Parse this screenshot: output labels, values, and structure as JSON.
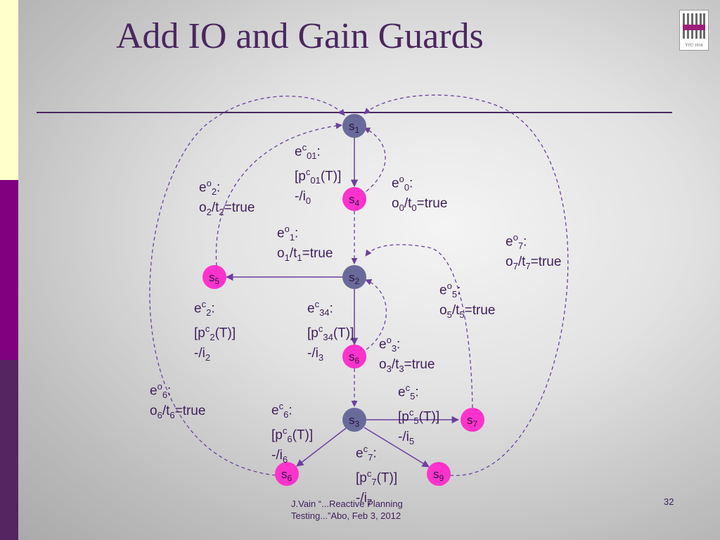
{
  "slide": {
    "title": "Add IO and Gain Guards",
    "footer_line1": "J.Vain “...Reactive Planning",
    "footer_line2": "Testing...”Abo, Feb 3, 2012",
    "page_number": "32",
    "logo_text": "TTÜ 1918"
  },
  "colors": {
    "title": "#4b2760",
    "initial_state": "#6a6a9a",
    "state": "#ff33cc",
    "edge": "#6b3fa0",
    "text": "#3e1f5c"
  },
  "nodes": [
    {
      "id": "s1",
      "base": "s",
      "sub": "1",
      "kind": "initial"
    },
    {
      "id": "s4",
      "base": "s",
      "sub": "4",
      "kind": "state"
    },
    {
      "id": "s2",
      "base": "s",
      "sub": "2",
      "kind": "initial"
    },
    {
      "id": "s5",
      "base": "s",
      "sub": "5",
      "kind": "state"
    },
    {
      "id": "s6a",
      "base": "s",
      "sub": "6",
      "kind": "state"
    },
    {
      "id": "s3",
      "base": "s",
      "sub": "3",
      "kind": "initial"
    },
    {
      "id": "s7",
      "base": "s",
      "sub": "7",
      "kind": "state"
    },
    {
      "id": "s6b",
      "base": "s",
      "sub": "6",
      "kind": "state"
    },
    {
      "id": "s9",
      "base": "s",
      "sub": "9",
      "kind": "state"
    }
  ],
  "labels": {
    "e01": {
      "line1": "e<sup>c</sup><sub>01</sub>:",
      "line2": "[p<sup>c</sup><sub>01</sub>(T)]",
      "line3": "-/i<sub>0</sub>"
    },
    "eo0": {
      "line1": "e<sup>o</sup><sub>0</sub>:",
      "line2": "o<sub>0</sub>/t<sub>0</sub>=true"
    },
    "eo2": {
      "line1": "e<sup>o</sup><sub>2</sub>:",
      "line2": "o<sub>2</sub>/t<sub>2</sub>=true"
    },
    "eo1": {
      "line1": "e<sup>o</sup><sub>1</sub>:",
      "line2": "o<sub>1</sub>/t<sub>1</sub>=true"
    },
    "eo7": {
      "line1": "e<sup>o</sup><sub>7</sub>:",
      "line2": "o<sub>7</sub>/t<sub>7</sub>=true"
    },
    "ec2": {
      "line1": "e<sup>c</sup><sub>2</sub>:",
      "line2": "[p<sup>c</sup><sub>2</sub>(T)]",
      "line3": "-/i<sub>2</sub>"
    },
    "ec34": {
      "line1": "e<sup>c</sup><sub>34</sub>:",
      "line2": "[p<sup>c</sup><sub>34</sub>(T)]",
      "line3": "-/i<sub>3</sub>"
    },
    "eo5": {
      "line1": "e<sup>o</sup><sub>5</sub>:",
      "line2": "o<sub>5</sub>/t<sub>5</sub>=true"
    },
    "eo3": {
      "line1": "e<sup>o</sup><sub>3</sub>:",
      "line2": "o<sub>3</sub>/t<sub>3</sub>=true"
    },
    "eo6": {
      "line1": "e<sup>o</sup><sub>6</sub>:",
      "line2": "o<sub>6</sub>/t<sub>6</sub>=true"
    },
    "ec6": {
      "line1": "e<sup>c</sup><sub>6</sub>:",
      "line2": "[p<sup>c</sup><sub>6</sub>(T)]",
      "line3": "-/i<sub>6</sub>"
    },
    "ec5": {
      "line1": "e<sup>c</sup><sub>5</sub>:",
      "line2": "[p<sup>c</sup><sub>5</sub>(T)]",
      "line3": "-/i<sub>5</sub>"
    },
    "ec7": {
      "line1": "e<sup>c</sup><sub>7</sub>:",
      "line2": "[p<sup>c</sup><sub>7</sub>(T)]",
      "line3": "-/i<sub>7</sub>"
    }
  }
}
